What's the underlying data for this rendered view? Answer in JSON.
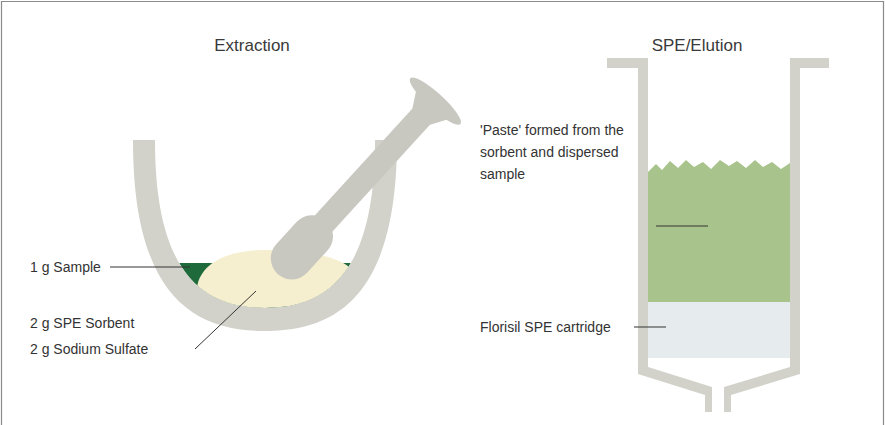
{
  "diagram": {
    "labels": [
      "Extraction",
      "SPE/Elution",
      "1 g Sample",
      "2 g SPE Sorbent",
      "2 g Sodium Sulfate",
      "'Paste' formed from the sorbent and dispersed sample",
      "Florisil SPE cartridge"
    ]
  }
}
